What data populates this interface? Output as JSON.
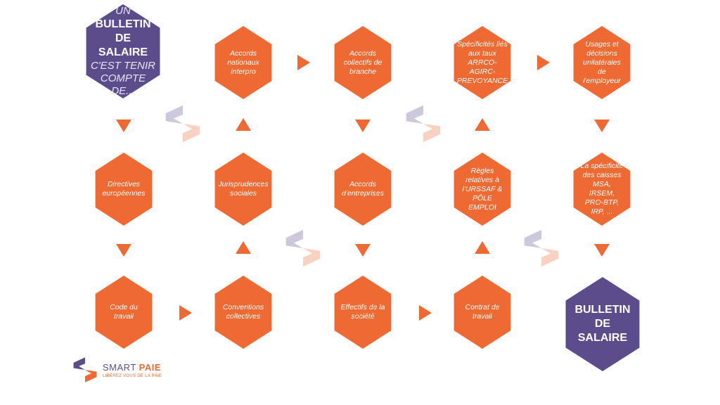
{
  "colors": {
    "orange": "#ee6a32",
    "purple": "#5d4c8c"
  },
  "start": {
    "line1": "UN",
    "line2": "BULLETIN",
    "line3": "DE SALAIRE",
    "line4": "C'EST TENIR",
    "line5": "COMPTE DE..."
  },
  "end": {
    "line1": "BULLETIN",
    "line2": "DE SALAIRE"
  },
  "nodes": {
    "directives": "Directives européennes",
    "code_travail": "Code du travail",
    "conventions": "Conventions collectives",
    "jurisprudences": "Jurisprudences sociales",
    "accords_interpro": "Accords nationaux interpro",
    "accords_branche": "Accords collectifs de branche",
    "accords_entreprises": "Accords d'entreprises",
    "effectifs": "Effectifs de la société",
    "contrat": "Contrat de travail",
    "regles": "Règles relatives à l'URSSAF & PÔLE EMPLOI",
    "specificites": "Spécificités liés aux taux ARRCO-AGIRC-PREVOYANCE",
    "usages": "Usages et décisions unilatérales de l'employeur",
    "caisses": "La spécificité des caisses MSA, IRSEM, PRO-BTP, IRP, ..."
  },
  "logo": {
    "brand_smart": "SMART",
    "brand_paie": "PAIE",
    "tagline": "LIBÉREZ VOUS DE LA PAIE"
  },
  "icons": [
    "arrow-down-icon",
    "arrow-up-icon",
    "arrow-right-icon",
    "smart-paie-logo-icon",
    "watermark-logo-icon"
  ]
}
